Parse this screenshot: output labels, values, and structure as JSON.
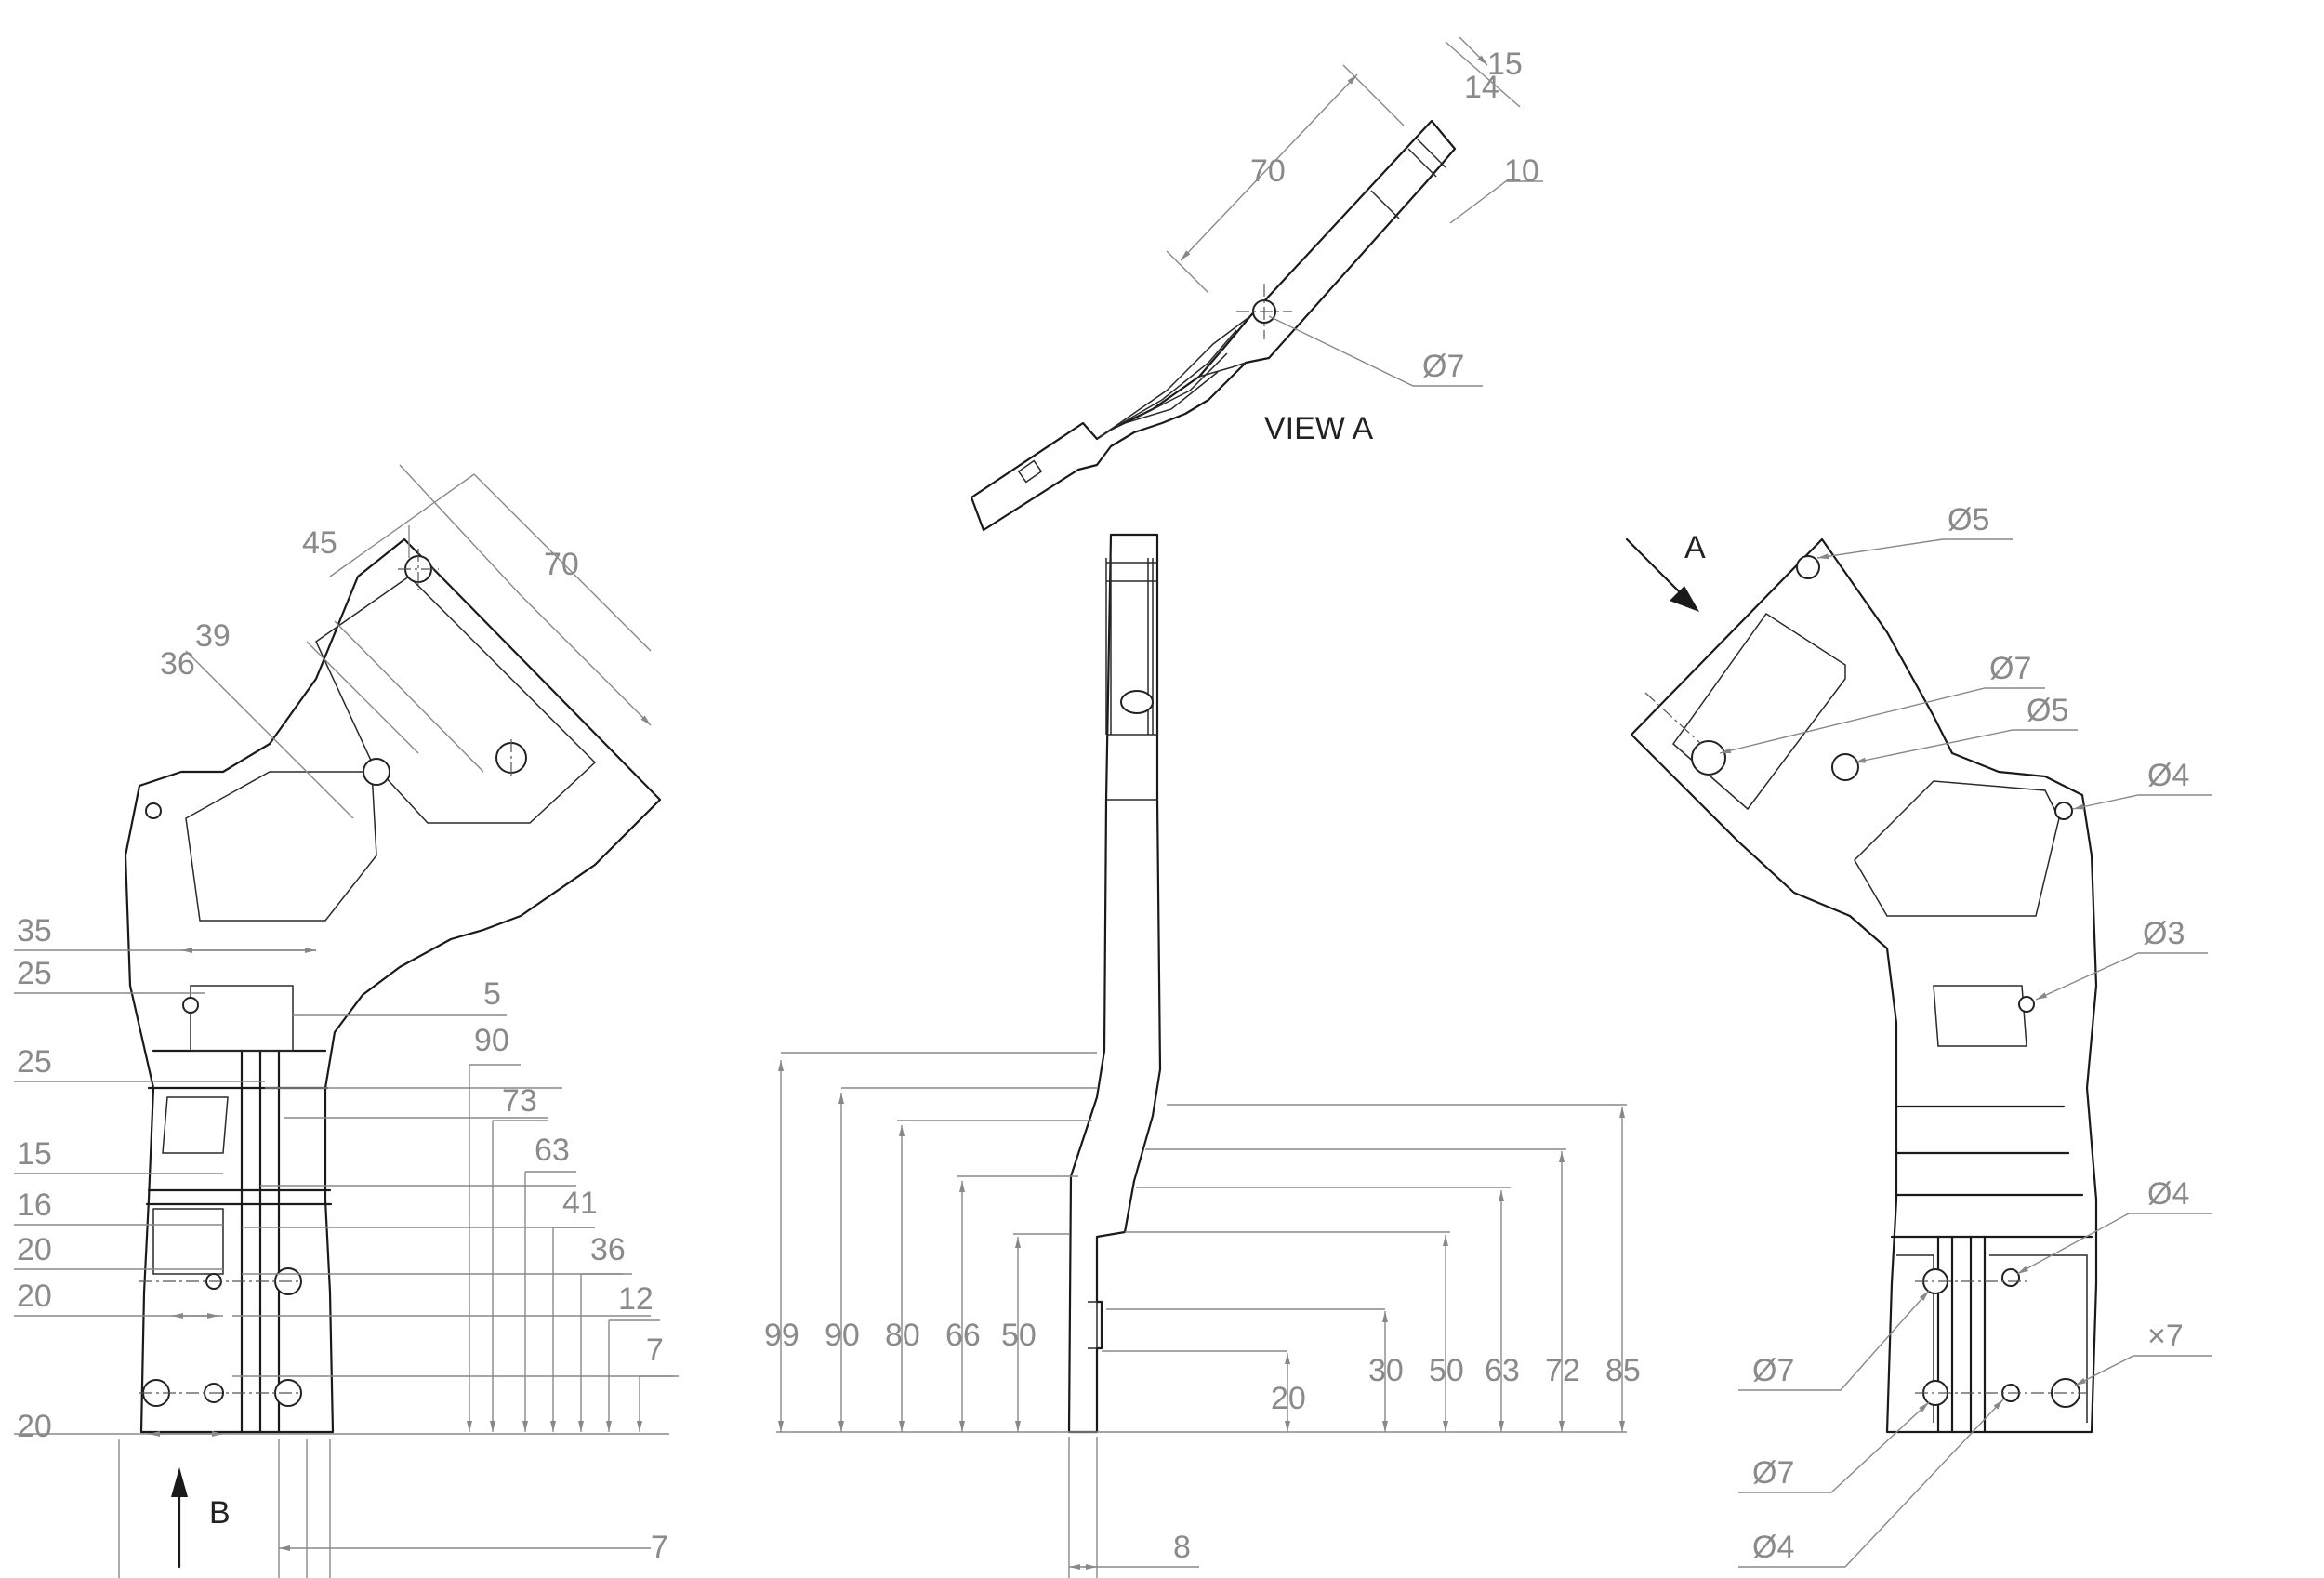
{
  "view_a": {
    "label": "VIEW A",
    "dims": [
      "70",
      "15",
      "14",
      "10"
    ],
    "hole": "Ø7"
  },
  "left_view": {
    "top_dims": [
      "70",
      "45",
      "39",
      "36"
    ],
    "left_dims": [
      "35",
      "25",
      "25",
      "15",
      "16",
      "20",
      "20",
      "20"
    ],
    "right_dims": [
      "5",
      "90",
      "73",
      "63",
      "41",
      "36",
      "12",
      "7"
    ],
    "bottom_dim": "7",
    "arrow_label": "B"
  },
  "side_view": {
    "left_dims": [
      "99",
      "90",
      "80",
      "66",
      "50"
    ],
    "right_dims": [
      "20",
      "30",
      "50",
      "63",
      "72",
      "85"
    ],
    "bottom_dim": "8"
  },
  "right_view": {
    "arrow_label": "A",
    "holes": [
      "Ø5",
      "Ø7",
      "Ø5",
      "Ø4",
      "Ø3",
      "Ø4",
      "×7",
      "Ø7",
      "Ø7",
      "Ø4"
    ]
  }
}
